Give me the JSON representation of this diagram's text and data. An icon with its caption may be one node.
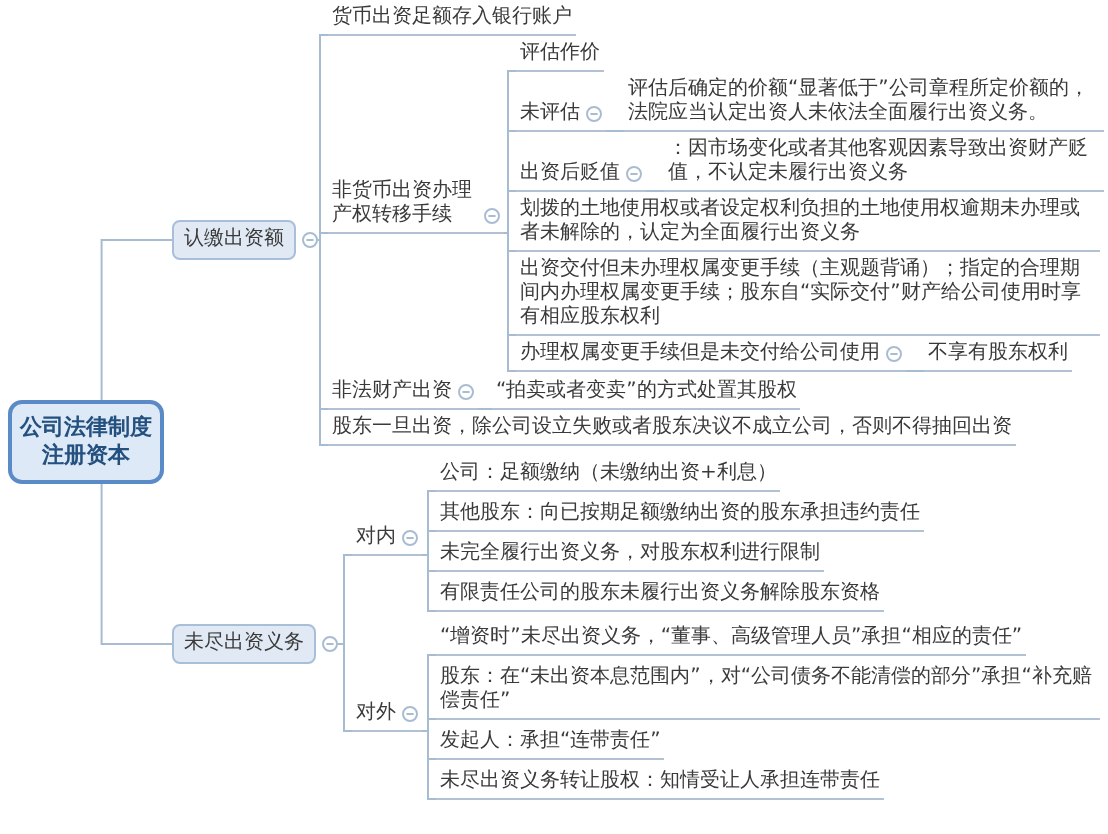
{
  "diagram": {
    "nodes": [
      {
        "text": [
          "公司法律制度",
          "注册资本"
        ]
      },
      {
        "text": [
          "认缴出资额"
        ]
      },
      {
        "text": [
          "货币出资足额存入银行账户"
        ]
      },
      {
        "text": [
          "非货币出资办理产权转移手续"
        ]
      },
      {
        "text": [
          "评估作价"
        ]
      },
      {
        "text": [
          "未评估"
        ]
      },
      {
        "text": [
          "评估后确定的价额“显著低于”公司章程所定价额的，法院应当认定出资人未依法全面履行出资义务。"
        ]
      },
      {
        "text": [
          "出资后贬值"
        ]
      },
      {
        "text": [
          "：因市场变化或者其他客观因素导致出资财产贬值，不认定未履行出资义务"
        ]
      },
      {
        "text": [
          "划拨的土地使用权或者设定权利负担的土地使用权逾期未办理或者未解除的，认定为全面履行出资义务"
        ]
      },
      {
        "text": [
          "出资交付但未办理权属变更手续（主观题背诵）；指定的合理期间内办理权属变更手续；股东自“实际交付”财产给公司使用时享有相应股东权利"
        ]
      },
      {
        "text": [
          "办理权属变更手续但是未交付给公司使用"
        ]
      },
      {
        "text": [
          "不享有股东权利"
        ]
      },
      {
        "text": [
          "非法财产出资"
        ]
      },
      {
        "text": [
          "“拍卖或者变卖”的方式处置其股权"
        ]
      },
      {
        "text": [
          "股东一旦出资，除公司设立失败或者股东决议不成立公司，否则不得抽回出资"
        ]
      },
      {
        "text": [
          "未尽出资义务"
        ]
      },
      {
        "text": [
          "对内"
        ]
      },
      {
        "text": [
          "公司：足额缴纳（未缴纳出资+利息）"
        ]
      },
      {
        "text": [
          "其他股东：向已按期足额缴纳出资的股东承担违约责任"
        ]
      },
      {
        "text": [
          "未完全履行出资义务，对股东权利进行限制"
        ]
      },
      {
        "text": [
          "有限责任公司的股东未履行出资义务解除股东资格"
        ]
      },
      {
        "text": [
          "对外"
        ]
      },
      {
        "text": [
          "“增资时”未尽出资义务，“董事、高级管理人员”承担“相应的责任”"
        ]
      },
      {
        "text": [
          "股东：在“未出资本息范围内”，对“公司债务不能清偿的部分”承担“补充赔偿责任”"
        ]
      },
      {
        "text": [
          "发起人：承担“连带责任”"
        ]
      },
      {
        "text": [
          "未尽出资义务转让股权：知情受让人承担连带责任"
        ]
      }
    ],
    "edges": [
      {
        "from": 0,
        "to": 1,
        "arrow": "none"
      },
      {
        "from": 0,
        "to": 16,
        "arrow": "none"
      },
      {
        "from": 1,
        "to": 2,
        "arrow": "none"
      },
      {
        "from": 1,
        "to": 3,
        "arrow": "none"
      },
      {
        "from": 1,
        "to": 13,
        "arrow": "none"
      },
      {
        "from": 1,
        "to": 15,
        "arrow": "none"
      },
      {
        "from": 3,
        "to": 4,
        "arrow": "none"
      },
      {
        "from": 3,
        "to": 5,
        "arrow": "none"
      },
      {
        "from": 3,
        "to": 7,
        "arrow": "none"
      },
      {
        "from": 3,
        "to": 9,
        "arrow": "none"
      },
      {
        "from": 3,
        "to": 10,
        "arrow": "none"
      },
      {
        "from": 3,
        "to": 11,
        "arrow": "none"
      },
      {
        "from": 5,
        "to": 6,
        "arrow": "none"
      },
      {
        "from": 7,
        "to": 8,
        "arrow": "none"
      },
      {
        "from": 11,
        "to": 12,
        "arrow": "none"
      },
      {
        "from": 13,
        "to": 14,
        "arrow": "none"
      },
      {
        "from": 16,
        "to": 17,
        "arrow": "none"
      },
      {
        "from": 16,
        "to": 22,
        "arrow": "none"
      },
      {
        "from": 17,
        "to": 18,
        "arrow": "none"
      },
      {
        "from": 17,
        "to": 19,
        "arrow": "none"
      },
      {
        "from": 17,
        "to": 20,
        "arrow": "none"
      },
      {
        "from": 17,
        "to": 21,
        "arrow": "none"
      },
      {
        "from": 22,
        "to": 23,
        "arrow": "none"
      },
      {
        "from": 22,
        "to": 24,
        "arrow": "none"
      },
      {
        "from": 22,
        "to": 25,
        "arrow": "none"
      },
      {
        "from": 22,
        "to": 26,
        "arrow": "none"
      }
    ]
  }
}
